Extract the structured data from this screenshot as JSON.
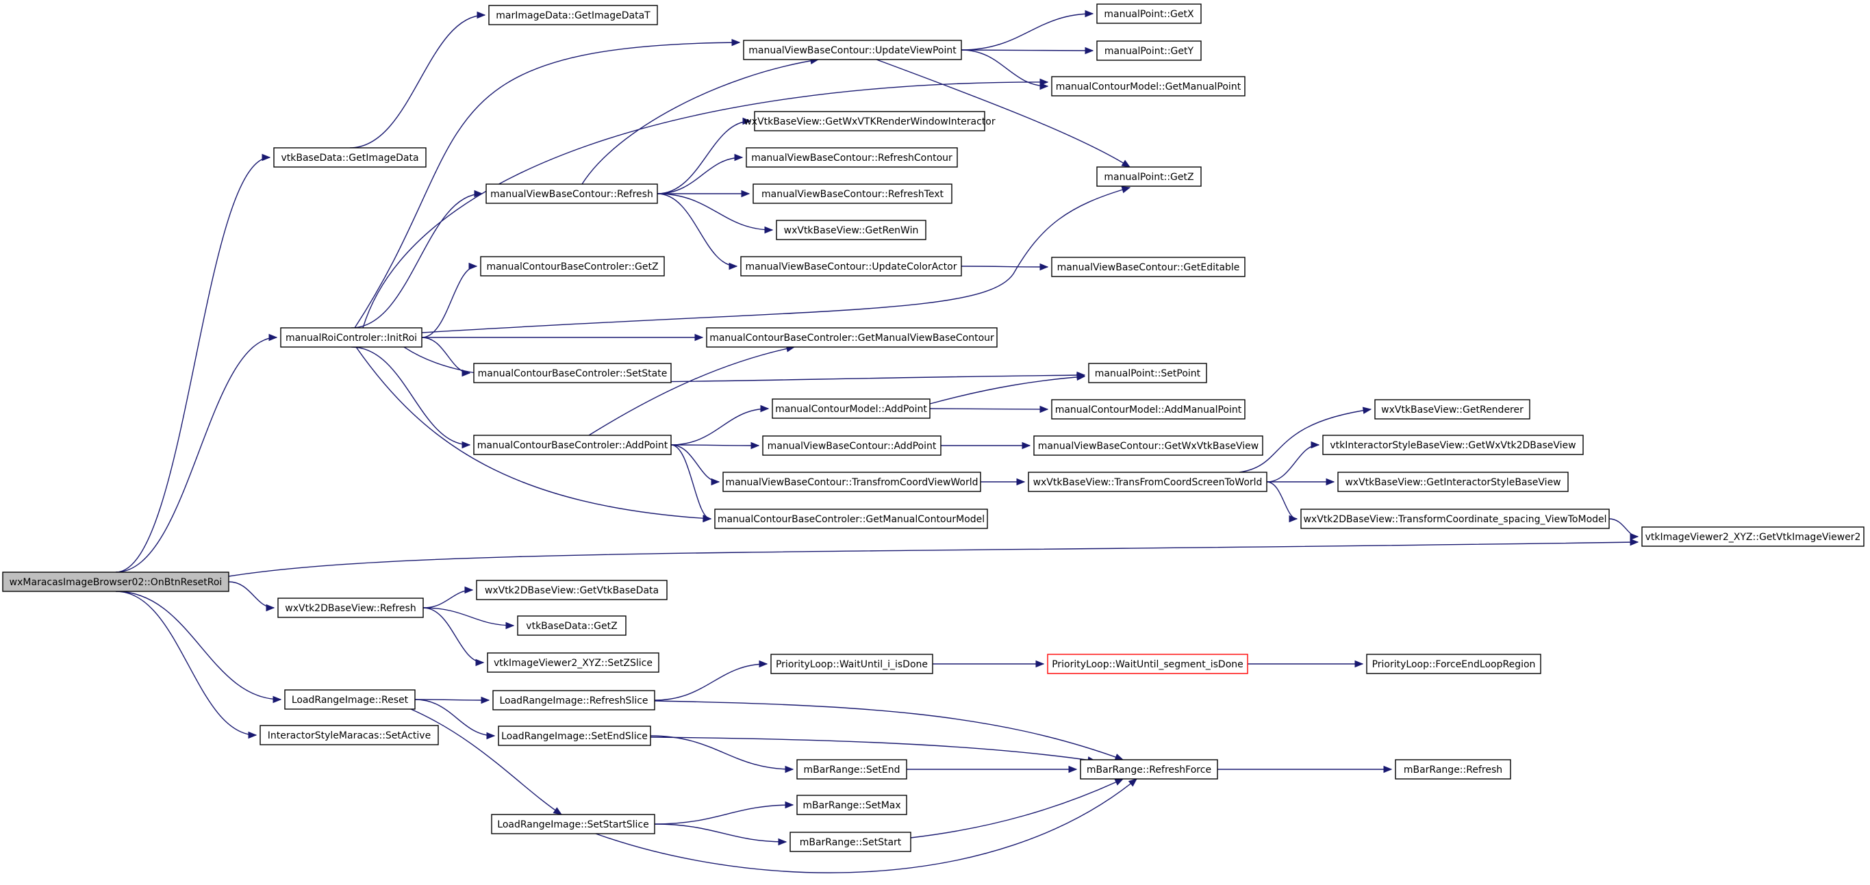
{
  "diagram": {
    "root": "wxMaracasImageBrowser02::OnBtnResetRoi",
    "nodes": [
      {
        "id": "root",
        "label": "wxMaracasImageBrowser02::OnBtnResetRoi"
      },
      {
        "id": "marGetImageDataT",
        "label": "marImageData::GetImageDataT"
      },
      {
        "id": "vtkGetImageData",
        "label": "vtkBaseData::GetImageData"
      },
      {
        "id": "mvbcUpdateViewPoint",
        "label": "manualViewBaseContour::UpdateViewPoint"
      },
      {
        "id": "mpGetX",
        "label": "manualPoint::GetX"
      },
      {
        "id": "mpGetY",
        "label": "manualPoint::GetY"
      },
      {
        "id": "mcmGetManualPoint",
        "label": "manualContourModel::GetManualPoint"
      },
      {
        "id": "wxGetRWI",
        "label": "wxVtkBaseView::GetWxVTKRenderWindowInteractor"
      },
      {
        "id": "mvbcRefreshContour",
        "label": "manualViewBaseContour::RefreshContour"
      },
      {
        "id": "mvbcRefresh",
        "label": "manualViewBaseContour::Refresh"
      },
      {
        "id": "mvbcRefreshText",
        "label": "manualViewBaseContour::RefreshText"
      },
      {
        "id": "mpGetZ",
        "label": "manualPoint::GetZ"
      },
      {
        "id": "wxGetRenWin",
        "label": "wxVtkBaseView::GetRenWin"
      },
      {
        "id": "mcbcGetZ",
        "label": "manualContourBaseControler::GetZ"
      },
      {
        "id": "mvbcUpdateColorActor",
        "label": "manualViewBaseContour::UpdateColorActor"
      },
      {
        "id": "mvbcGetEditable",
        "label": "manualViewBaseContour::GetEditable"
      },
      {
        "id": "mrcInitRoi",
        "label": "manualRoiControler::InitRoi"
      },
      {
        "id": "mcbcGetMVBC",
        "label": "manualContourBaseControler::GetManualViewBaseContour"
      },
      {
        "id": "mcbcSetState",
        "label": "manualContourBaseControler::SetState"
      },
      {
        "id": "mpSetPoint",
        "label": "manualPoint::SetPoint"
      },
      {
        "id": "mcmAddPoint",
        "label": "manualContourModel::AddPoint"
      },
      {
        "id": "mcmAddManualPoint",
        "label": "manualContourModel::AddManualPoint"
      },
      {
        "id": "wxGetRenderer",
        "label": "wxVtkBaseView::GetRenderer"
      },
      {
        "id": "mcbcAddPoint",
        "label": "manualContourBaseControler::AddPoint"
      },
      {
        "id": "mvbcAddPoint",
        "label": "manualViewBaseContour::AddPoint"
      },
      {
        "id": "mvbcGetWxVtkBaseView",
        "label": "manualViewBaseContour::GetWxVtkBaseView"
      },
      {
        "id": "isbvGetWxVtk2D",
        "label": "vtkInteractorStyleBaseView::GetWxVtk2DBaseView"
      },
      {
        "id": "mvbcTransCVW",
        "label": "manualViewBaseContour::TransfromCoordViewWorld"
      },
      {
        "id": "wxTransCSW",
        "label": "wxVtkBaseView::TransFromCoordScreenToWorld"
      },
      {
        "id": "wxGetISBV",
        "label": "wxVtkBaseView::GetInteractorStyleBaseView"
      },
      {
        "id": "mcbcGetMCM",
        "label": "manualContourBaseControler::GetManualContourModel"
      },
      {
        "id": "wx2dTransformCoord",
        "label": "wxVtk2DBaseView::TransformCoordinate_spacing_ViewToModel"
      },
      {
        "id": "viGetVtkIV2",
        "label": "vtkImageViewer2_XYZ::GetVtkImageViewer2"
      },
      {
        "id": "wx2dGetVtkBaseData",
        "label": "wxVtk2DBaseView::GetVtkBaseData"
      },
      {
        "id": "wx2dRefresh",
        "label": "wxVtk2DBaseView::Refresh"
      },
      {
        "id": "vbdGetZ",
        "label": "vtkBaseData::GetZ"
      },
      {
        "id": "viSetZSlice",
        "label": "vtkImageViewer2_XYZ::SetZSlice"
      },
      {
        "id": "plWaitI",
        "label": "PriorityLoop::WaitUntil_i_isDone"
      },
      {
        "id": "plWaitSeg",
        "label": "PriorityLoop::WaitUntil_segment_isDone"
      },
      {
        "id": "plForceEnd",
        "label": "PriorityLoop::ForceEndLoopRegion"
      },
      {
        "id": "lriReset",
        "label": "LoadRangeImage::Reset"
      },
      {
        "id": "lriRefreshSlice",
        "label": "LoadRangeImage::RefreshSlice"
      },
      {
        "id": "ismSetActive",
        "label": "InteractorStyleMaracas::SetActive"
      },
      {
        "id": "lriSetEndSlice",
        "label": "LoadRangeImage::SetEndSlice"
      },
      {
        "id": "mbSetEnd",
        "label": "mBarRange::SetEnd"
      },
      {
        "id": "mbRefreshForce",
        "label": "mBarRange::RefreshForce"
      },
      {
        "id": "mbRefresh",
        "label": "mBarRange::Refresh"
      },
      {
        "id": "mbSetMax",
        "label": "mBarRange::SetMax"
      },
      {
        "id": "lriSetStartSlice",
        "label": "LoadRangeImage::SetStartSlice"
      },
      {
        "id": "mbSetStart",
        "label": "mBarRange::SetStart"
      }
    ],
    "colors": {
      "edge": "#191970",
      "highlight_border": "#ff0000",
      "root_fill": "#bfbfbf"
    }
  }
}
